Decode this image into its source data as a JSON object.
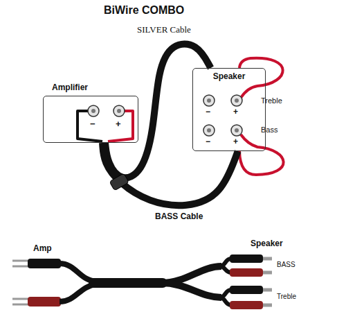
{
  "diagram": {
    "title": "BiWire COMBO",
    "nodes": [
      {
        "text": [
          "Amplifier"
        ]
      },
      {
        "text": [
          "Speaker"
        ]
      }
    ],
    "edges": [
      {
        "from": 0,
        "to": 1,
        "arrow": "none",
        "label": "SILVER Cable"
      },
      {
        "from": 0,
        "to": 1,
        "arrow": "none",
        "label": "BASS Cable"
      }
    ],
    "labels": [
      "−",
      "+",
      "−",
      "+",
      "−",
      "+",
      "Treble",
      "Bass",
      "Amp",
      "Speaker",
      "BASS",
      "Treble"
    ]
  }
}
